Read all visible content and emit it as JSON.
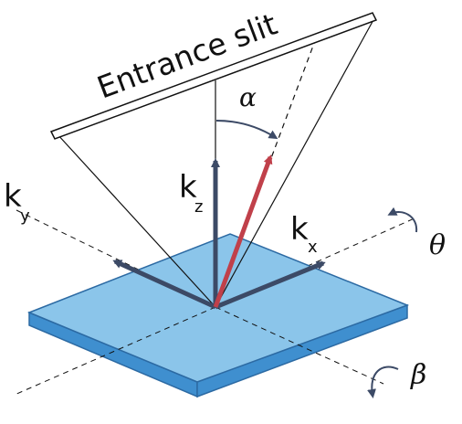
{
  "labels": {
    "slit": "Entrance slit",
    "alpha": "α",
    "kz_main": "k",
    "kz_sub": "z",
    "kx_main": "k",
    "kx_sub": "x",
    "ky_main": "k",
    "ky_sub": "y",
    "theta": "θ",
    "beta": "β"
  },
  "colors": {
    "sample_top": "#8bc5ea",
    "sample_side": "#3f8fcf",
    "sample_edge": "#2c6aa3",
    "axis_arrow": "#3c4a66",
    "photo_arrow": "#c0404a",
    "line": "#111111"
  }
}
